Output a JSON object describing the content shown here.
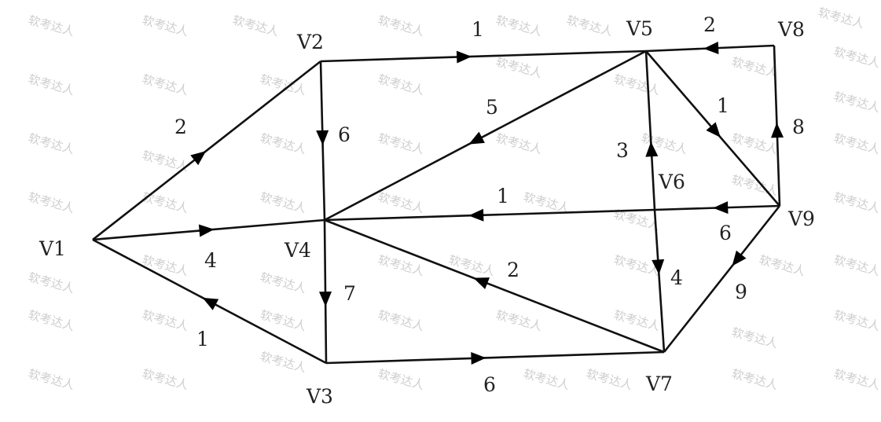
{
  "watermark": "软考达人",
  "nodes": [
    "V1",
    "V2",
    "V3",
    "V4",
    "V5",
    "V6",
    "V7",
    "V8",
    "V9"
  ],
  "edges": [
    {
      "from": "V2",
      "to": "V5",
      "weight": "1"
    },
    {
      "from": "V8",
      "to": "V5",
      "weight": "2"
    },
    {
      "from": "V1",
      "to": "V2",
      "weight": "2"
    },
    {
      "from": "V2",
      "to": "V4",
      "weight": "6"
    },
    {
      "from": "V5",
      "to": "V4",
      "weight": "5"
    },
    {
      "from": "V5",
      "to": "V9",
      "weight": "1"
    },
    {
      "from": "V9",
      "to": "V8",
      "weight": "8"
    },
    {
      "from": "V9",
      "to": "V6",
      "weight": "6"
    },
    {
      "from": "V6",
      "to": "V4",
      "weight": "1"
    },
    {
      "from": "V1",
      "to": "V4",
      "weight": "4"
    },
    {
      "from": "V3",
      "to": "V1",
      "weight": "1"
    },
    {
      "from": "V4",
      "to": "V3",
      "weight": "7"
    },
    {
      "from": "V3",
      "to": "V7",
      "weight": "6"
    },
    {
      "from": "V7",
      "to": "V4",
      "weight": "2"
    },
    {
      "from": "V9",
      "to": "V7",
      "weight": "9"
    },
    {
      "from": "V6",
      "to": "V5",
      "weight": "3"
    },
    {
      "from": "V6",
      "to": "V7",
      "weight": "4"
    }
  ]
}
